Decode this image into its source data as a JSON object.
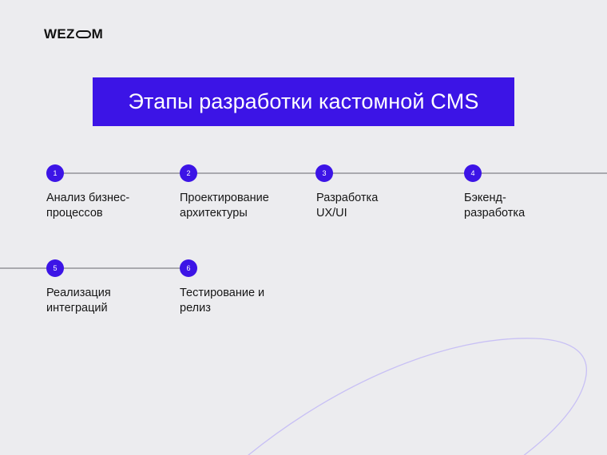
{
  "brand": {
    "logo_prefix": "WEZ",
    "logo_suffix": "M"
  },
  "banner": {
    "title": "Этапы разработки кастомной CMS"
  },
  "colors": {
    "accent": "#3c14e6",
    "background": "#ececef",
    "line": "#a9a9ae",
    "ellipse": "#c8c0f5"
  },
  "steps": [
    {
      "number": "1",
      "label": "Анализ бизнес-\nпроцессов"
    },
    {
      "number": "2",
      "label": "Проектирование\nархитектуры"
    },
    {
      "number": "3",
      "label": "Разработка\nUX/UI"
    },
    {
      "number": "4",
      "label": "Бэкенд-\nразработка"
    },
    {
      "number": "5",
      "label": "Реализация\nинтеграций"
    },
    {
      "number": "6",
      "label": "Тестирование и\nрелиз"
    }
  ]
}
